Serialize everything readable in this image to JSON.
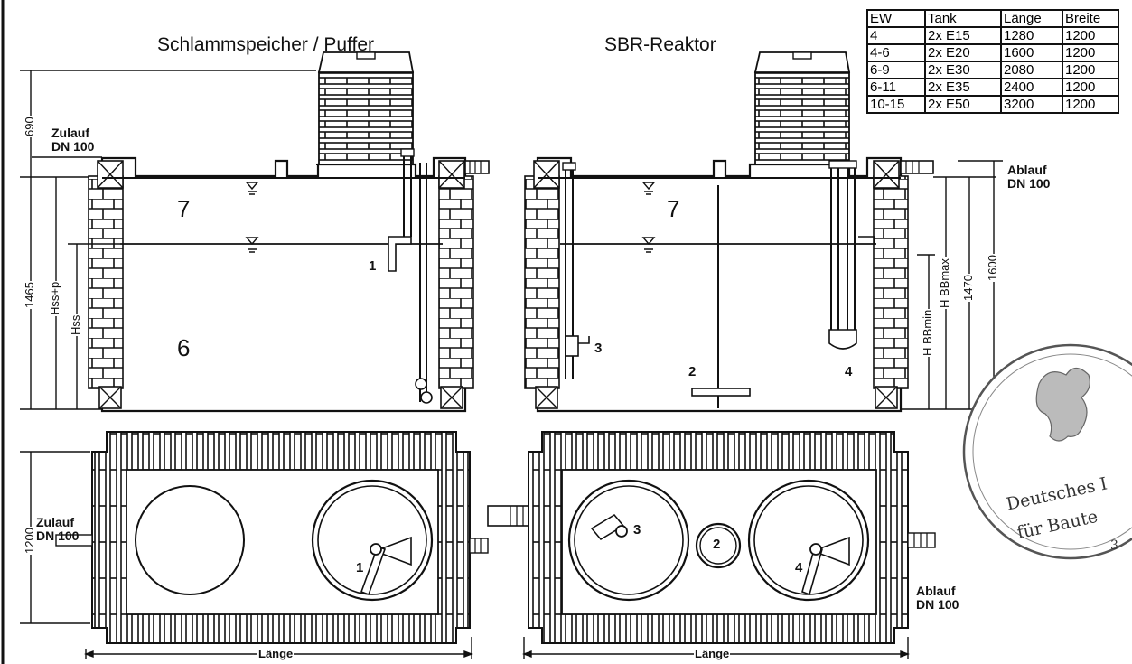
{
  "titles": {
    "left_tank": "Schlammspeicher / Puffer",
    "right_tank": "SBR-Reaktor"
  },
  "table": {
    "headers": [
      "EW",
      "Tank",
      "Länge",
      "Breite"
    ],
    "rows": [
      [
        "4",
        "2x E15",
        "1280",
        "1200"
      ],
      [
        "4-6",
        "2x E20",
        "1600",
        "1200"
      ],
      [
        "6-9",
        "2x E30",
        "2080",
        "1200"
      ],
      [
        "6-11",
        "2x E35",
        "2400",
        "1200"
      ],
      [
        "10-15",
        "2x E50",
        "3200",
        "1200"
      ]
    ]
  },
  "labels": {
    "zulauf": "Zulauf",
    "ablauf": "Ablauf",
    "dn": "DN 100",
    "laenge": "Länge"
  },
  "dimensions": {
    "d690": "690",
    "d1465": "1465",
    "hss_p": "Hss+p",
    "hss": "Hss",
    "hbbmin": "H BBmin",
    "hbbmax": "H BBmax",
    "d1470": "1470",
    "d1600": "1600",
    "d1200": "1200"
  },
  "zones": {
    "z7": "7",
    "z6": "6"
  },
  "components": {
    "c1": "1",
    "c2": "2",
    "c3": "3",
    "c4": "4"
  },
  "stamp": {
    "line1": "Deutsches I",
    "line2": "für Baute",
    "number": "3"
  }
}
